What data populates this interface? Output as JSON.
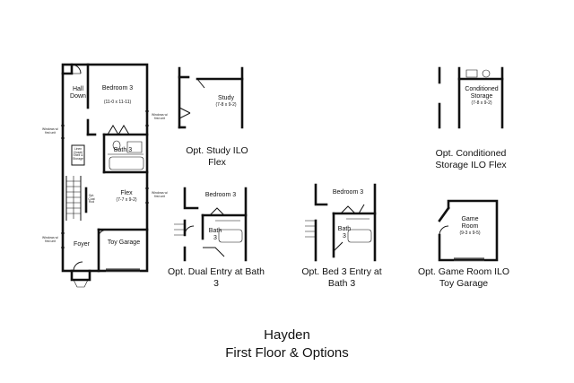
{
  "main_plan": {
    "hall": "Hall Down",
    "bedroom": "Bedroom 3",
    "bedroom_dim": "(11-0 x 11-11)",
    "bath": "Bath 3",
    "flex": "Flex",
    "flex_dim": "(7-7 x 9-2)",
    "foyer": "Foyer",
    "toy_garage": "Toy Garage",
    "window_note_1": "Windows w/ first unit",
    "window_note_2": "Windows w/ first unit",
    "window_note_3": "Windows w/ first unit",
    "window_note_4": "Windows w/ first unit",
    "closet_note": "Linen Closet/ Shelf & Storage",
    "opt_closet_note": "Opt. Coat Rod"
  },
  "options": {
    "study": {
      "room": "Study",
      "dim": "(7-8 x 9-2)",
      "caption": "Opt. Study ILO Flex"
    },
    "conditioned": {
      "room": "Conditioned Storage",
      "dim": "(7-8 x 9-2)",
      "caption": "Opt. Conditioned Storage ILO Flex"
    },
    "dual_entry": {
      "bedroom": "Bedroom 3",
      "bath": "Bath 3",
      "caption": "Opt. Dual Entry at Bath 3"
    },
    "bed3_entry": {
      "bedroom": "Bedroom 3",
      "bath": "Bath 3",
      "caption": "Opt. Bed 3 Entry at Bath 3"
    },
    "game_room": {
      "room": "Game Room",
      "dim": "(9-3 x 9-5)",
      "caption": "Opt. Game Room ILO Toy Garage"
    }
  },
  "title": {
    "line1": "Hayden",
    "line2": "First Floor & Options"
  }
}
